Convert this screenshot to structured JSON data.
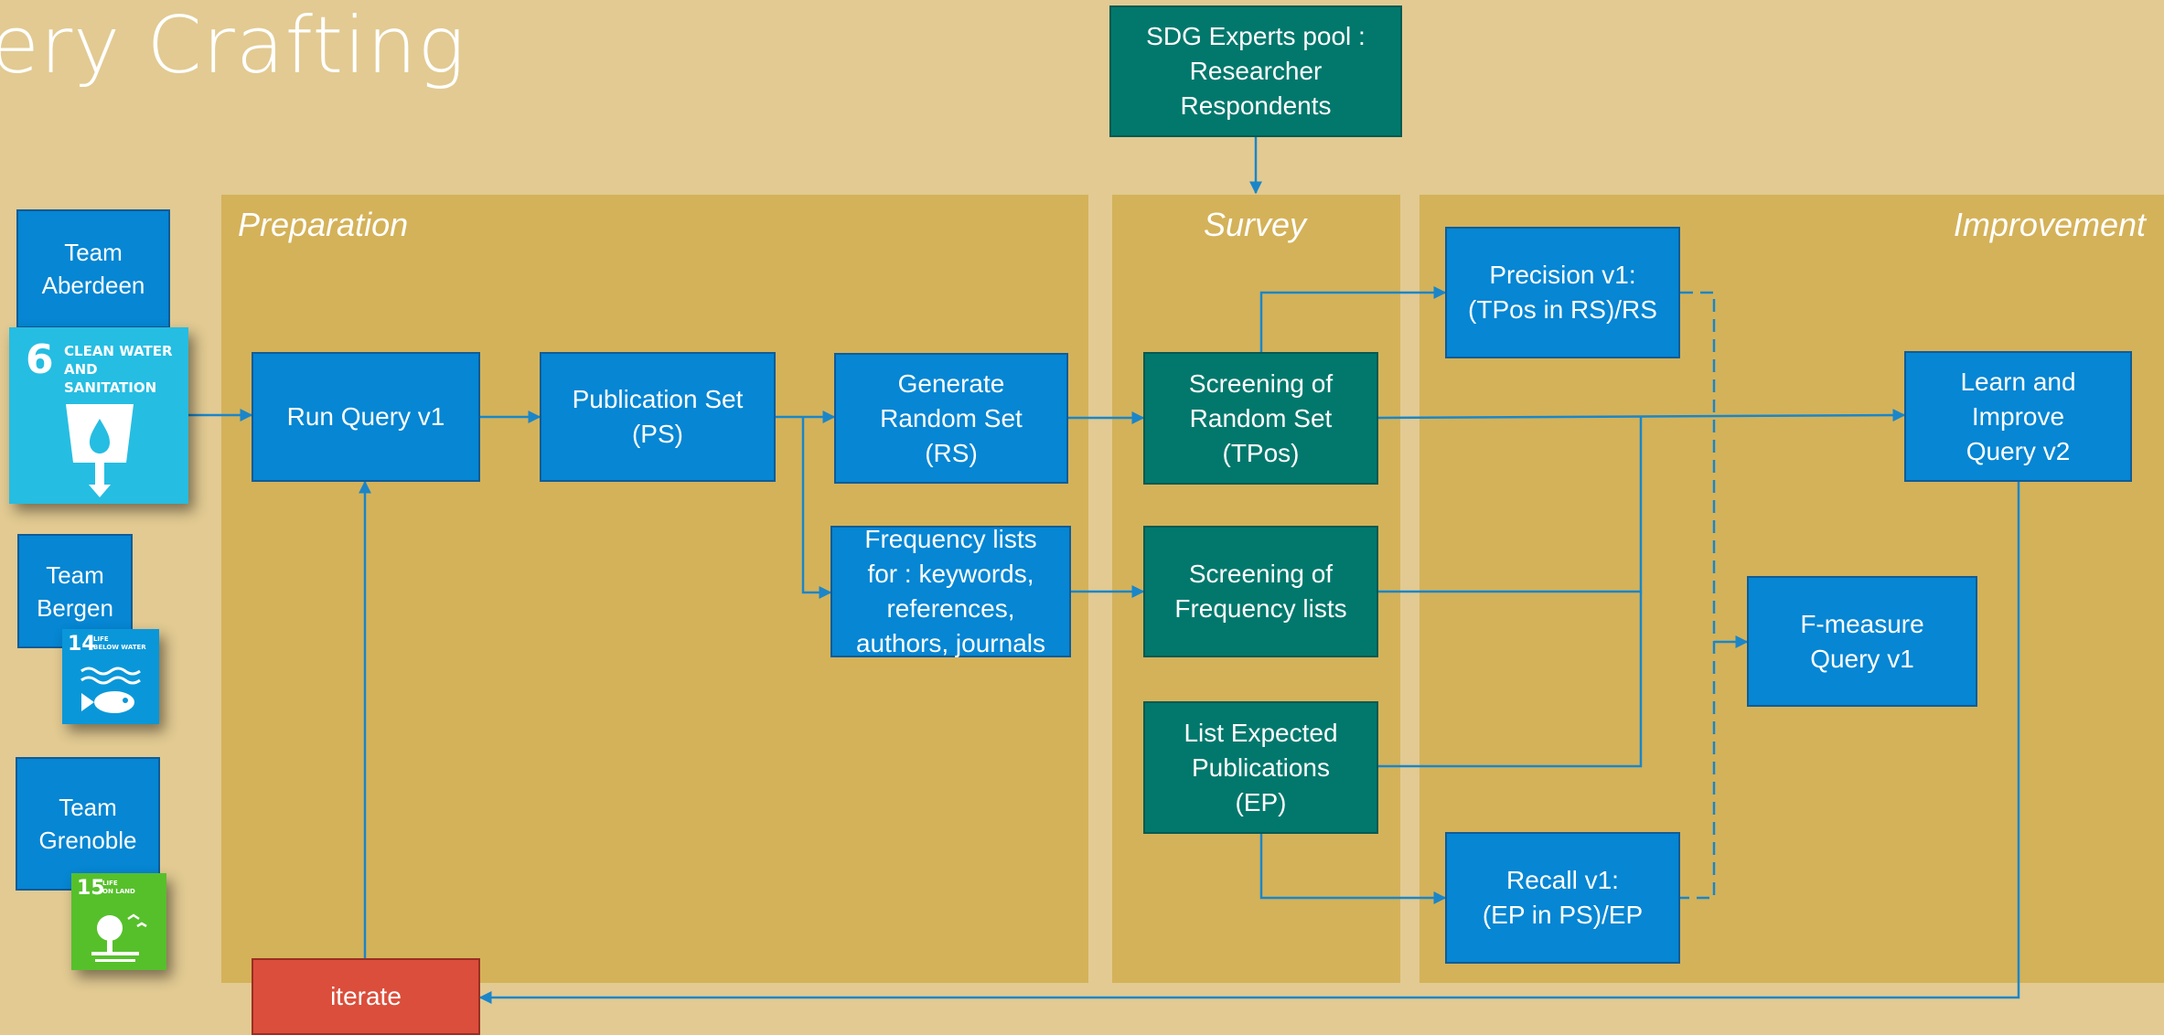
{
  "title": "ery Crafting",
  "panels": {
    "preparation": "Preparation",
    "survey": "Survey",
    "improvement": "Improvement"
  },
  "boxes": {
    "sdg_experts": "SDG Experts pool :\nResearcher\nRespondents",
    "run_query": "Run Query v1",
    "publication_set": "Publication Set\n(PS)",
    "generate_random_set": "Generate\nRandom Set\n(RS)",
    "frequency_lists": "Frequency lists\nfor : keywords,\nreferences,\nauthors, journals",
    "screening_random_set": "Screening of\nRandom Set\n(TPos)",
    "screening_frequency_lists": "Screening of\nFrequency lists",
    "list_expected_publications": "List Expected\nPublications\n(EP)",
    "precision": "Precision v1:\n(TPos in RS)/RS",
    "recall": "Recall v1:\n(EP in PS)/EP",
    "f_measure": "F-measure\nQuery v1",
    "learn_improve": "Learn and\nImprove\nQuery v2",
    "iterate": "iterate"
  },
  "teams": {
    "aberdeen": "Team\nAberdeen",
    "bergen": "Team\nBergen",
    "grenoble": "Team\nGrenoble"
  },
  "badges": {
    "sdg6": {
      "number": "6",
      "label": "CLEAN WATER\nAND SANITATION",
      "color": "#26bde2"
    },
    "sdg14": {
      "number": "14",
      "label": "LIFE\nBELOW WATER",
      "color": "#0a97d9"
    },
    "sdg15": {
      "number": "15",
      "label": "LIFE\nON LAND",
      "color": "#56c02b"
    }
  },
  "colors": {
    "background": "#e2ca92",
    "panel": "#d4b259",
    "blue_box": "#0686d3",
    "teal_box": "#02786c",
    "iterate_box": "#db4e3b",
    "connector": "#1a86c9"
  }
}
